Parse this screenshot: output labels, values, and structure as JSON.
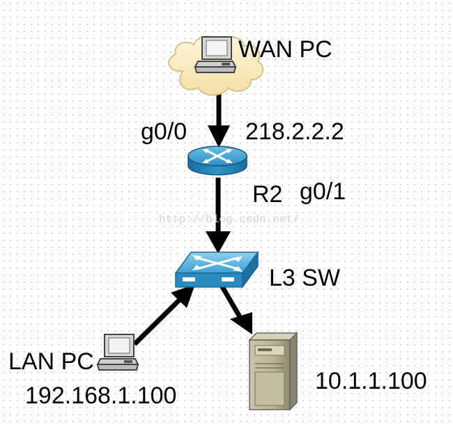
{
  "labels": {
    "wan_pc": "WAN PC",
    "g00": "g0/0",
    "wan_ip": "218.2.2.2",
    "router": "R2",
    "g01": "g0/1",
    "l3sw": "L3 SW",
    "lan_pc": "LAN PC",
    "lan_ip": "192.168.1.100",
    "server_ip": "10.1.1.100"
  },
  "watermark": "http://blog.csdn.net/",
  "icons": {
    "wan_pc": "pc-cloud-icon",
    "router": "router-icon",
    "switch": "l3-switch-icon",
    "lan_pc": "pc-icon",
    "server": "server-icon"
  }
}
